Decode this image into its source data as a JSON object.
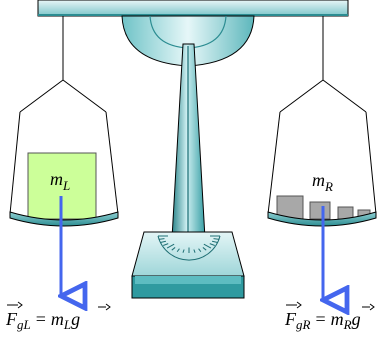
{
  "left_pan": {
    "mass_label": "m",
    "mass_subscript": "L",
    "force": {
      "symbol": "F",
      "subscript": "gL",
      "equals": "=",
      "rhs_symbol": "m",
      "rhs_subscript": "L",
      "g_symbol": "g"
    }
  },
  "right_pan": {
    "mass_label": "m",
    "mass_subscript": "R",
    "force": {
      "symbol": "F",
      "subscript": "gR",
      "equals": "=",
      "rhs_symbol": "m",
      "rhs_subscript": "R",
      "g_symbol": "g"
    }
  },
  "colors": {
    "metal_teal": "#3aa5aa",
    "metal_light": "#bfe4e6",
    "pan_teal": "#49a9ad",
    "left_mass_fill": "#ccff99",
    "right_weights_fill": "#a8a8a8",
    "force_arrow": "#4466ee",
    "outline": "#000000"
  }
}
